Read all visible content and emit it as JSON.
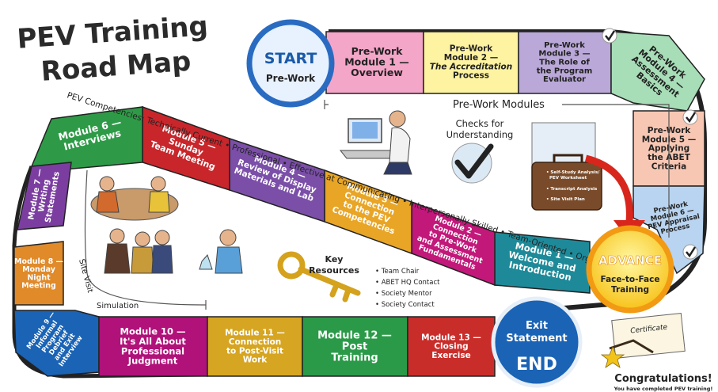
{
  "title": {
    "line1": "PEV Training",
    "line2": "Road Map"
  },
  "start": {
    "label": "START",
    "sub": "Pre-Work"
  },
  "prework": [
    {
      "lines": [
        "Pre-Work",
        "Module 1 —",
        "Overview"
      ],
      "color": "#f4a6c8"
    },
    {
      "lines": [
        "Pre-Work",
        "Module 2 —",
        "The Accreditation",
        "Process"
      ],
      "color": "#fdf3a0"
    },
    {
      "lines": [
        "Pre-Work",
        "Module 3 —",
        "The Role of",
        "the Program",
        "Evaluator"
      ],
      "color": "#b9a8d8"
    },
    {
      "lines": [
        "Pre-Work",
        "Module 4 —",
        "Assessment",
        "Basics"
      ],
      "color": "#a7ddb7"
    },
    {
      "lines": [
        "Pre-Work",
        "Module 5 —",
        "Applying",
        "the ABET",
        "Criteria"
      ],
      "color": "#f8c7b3"
    },
    {
      "lines": [
        "Pre-Work",
        "Module 6 —",
        "PEV Appraisal",
        "Process"
      ],
      "color": "#b8d4f0"
    }
  ],
  "prework_label": "Pre-Work Modules",
  "competencies": "PEV Competencies: Technically Current • Professional • Effective at Communicating • Interpersonally Skilled • Team-Oriented • Organized",
  "checks": {
    "line1": "Checks for",
    "line2": "Understanding"
  },
  "briefcase": [
    "• Self-Study Analysis/",
    "PEV Worksheet",
    "• Transcript Analysis",
    "• Site Visit Plan"
  ],
  "advance": {
    "label": "ADVANCE",
    "sub1": "Face-to-Face",
    "sub2": "Training"
  },
  "f2f": [
    {
      "lines": [
        "Module 1 —",
        "Welcome and",
        "Introduction"
      ],
      "color": "#1e8a99"
    },
    {
      "lines": [
        "Module 2 —",
        "Connection",
        "to Pre-Work",
        "and Assessment",
        "Fundamentals"
      ],
      "color": "#c2187a"
    },
    {
      "lines": [
        "Module 3 —",
        "Connection",
        "to the PEV",
        "Competencies"
      ],
      "color": "#e8a526"
    },
    {
      "lines": [
        "Module 4 —",
        "Review of Display",
        "Materials and Lab"
      ],
      "color": "#7b4fa8"
    },
    {
      "lines": [
        "Module 5 —",
        "Sunday",
        "Team Meeting"
      ],
      "color": "#c8262b"
    },
    {
      "lines": [
        "Module 6 —",
        "Interviews"
      ],
      "color": "#2e9a47"
    },
    {
      "lines": [
        "Module 7 —",
        "Writing",
        "Statements"
      ],
      "color": "#7b3ea0"
    },
    {
      "lines": [
        "Module 8 —",
        "Monday",
        "Night",
        "Meeting"
      ],
      "color": "#e08a2a"
    },
    {
      "lines": [
        "Module 9 —",
        "Informal",
        "Program",
        "Debrief",
        "and Exit",
        "Interview"
      ],
      "color": "#1a63b5"
    },
    {
      "lines": [
        "Module 10 —",
        "It's All About",
        "Professional",
        "Judgment"
      ],
      "color": "#b0127a"
    },
    {
      "lines": [
        "Module 11 —",
        "Connection",
        "to Post-Visit",
        "Work"
      ],
      "color": "#d6a521"
    },
    {
      "lines": [
        "Module 12 —",
        "Post",
        "Training"
      ],
      "color": "#2b9a48"
    },
    {
      "lines": [
        "Module 13 —",
        "Closing",
        "Exercise"
      ],
      "color": "#c92d2a"
    }
  ],
  "sitevisit": {
    "part1": "Site Visit",
    "part2": "Simulation"
  },
  "key_resources": {
    "title1": "Key",
    "title2": "Resources",
    "items": [
      "• Team Chair",
      "• ABET HQ Contact",
      "• Society Mentor",
      "• Society Contact"
    ]
  },
  "exit": {
    "line1": "Exit",
    "line2": "Statement",
    "end": "END"
  },
  "certificate": "Certificate",
  "congrats": {
    "line1": "Congratulations!",
    "line2": "You have completed PEV training!"
  }
}
